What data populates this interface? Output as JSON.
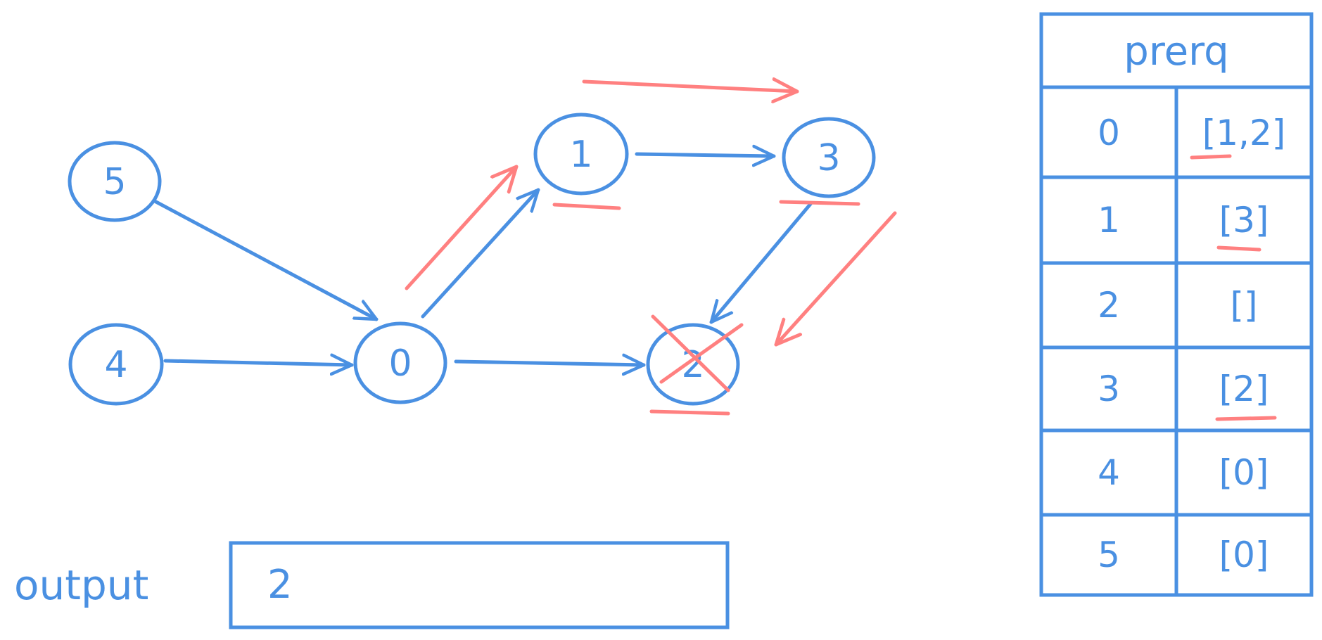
{
  "colors": {
    "stroke": "#4a90e2",
    "highlight": "#ff8080"
  },
  "graph": {
    "nodes": [
      {
        "id": "5",
        "label": "5"
      },
      {
        "id": "4",
        "label": "4"
      },
      {
        "id": "0",
        "label": "0"
      },
      {
        "id": "1",
        "label": "1"
      },
      {
        "id": "3",
        "label": "3"
      },
      {
        "id": "2",
        "label": "2"
      }
    ],
    "edges": [
      {
        "from": "5",
        "to": "0"
      },
      {
        "from": "4",
        "to": "0"
      },
      {
        "from": "0",
        "to": "1"
      },
      {
        "from": "0",
        "to": "2"
      },
      {
        "from": "1",
        "to": "3"
      },
      {
        "from": "3",
        "to": "2"
      }
    ],
    "visited_path": [
      "0",
      "1",
      "3",
      "2"
    ],
    "crossed_node": "2"
  },
  "prereq_table": {
    "header": "prerq",
    "rows": [
      {
        "key": "0",
        "value": "[1,2]"
      },
      {
        "key": "1",
        "value": "[3]"
      },
      {
        "key": "2",
        "value": "[]"
      },
      {
        "key": "3",
        "value": "[2]"
      },
      {
        "key": "4",
        "value": "[0]"
      },
      {
        "key": "5",
        "value": "[0]"
      }
    ]
  },
  "output": {
    "label": "output",
    "value": "2"
  }
}
